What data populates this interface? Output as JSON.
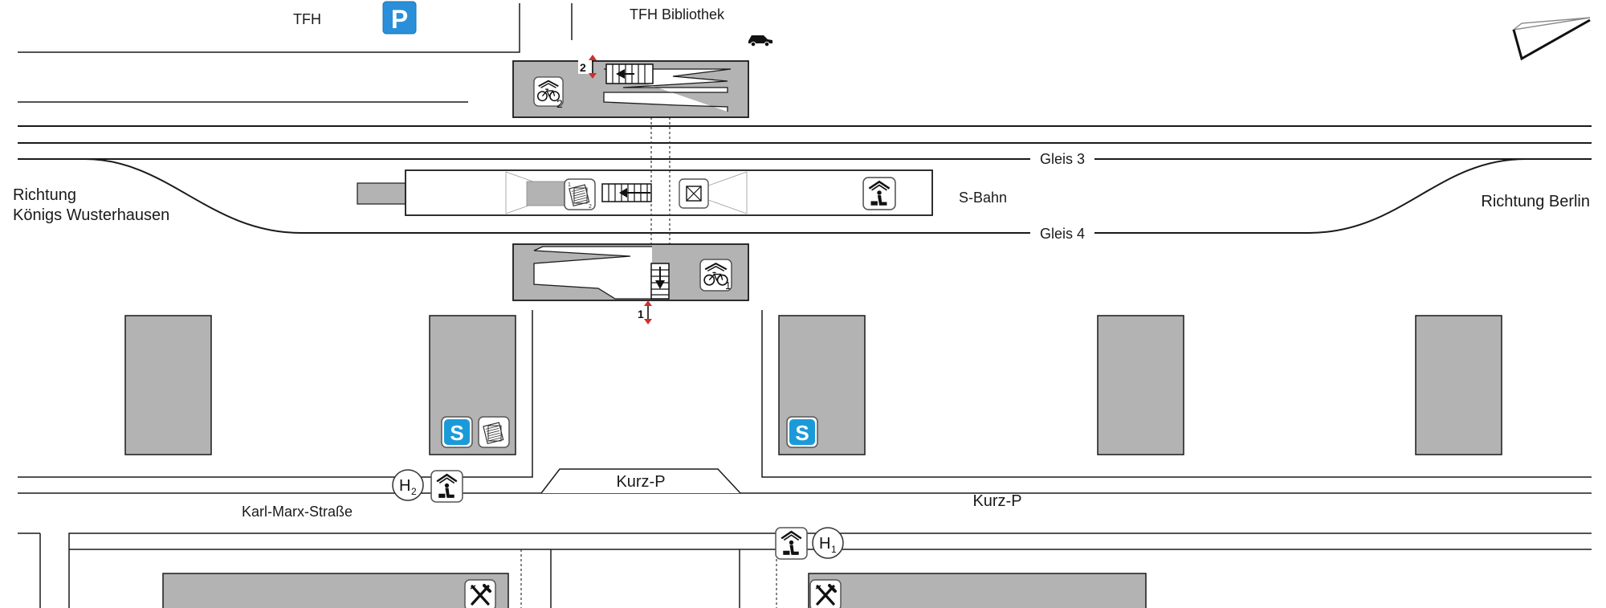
{
  "labels": {
    "tfh": "TFH",
    "tfh_library": "TFH Bibliothek",
    "direction_left_line1": "Richtung",
    "direction_left_line2": "Königs Wusterhausen",
    "direction_right": "Richtung Berlin",
    "track_3": "Gleis 3",
    "track_4": "Gleis 4",
    "sbahn": "S-Bahn",
    "kurz_p_bay": "Kurz-P",
    "kurz_p_street": "Kurz-P",
    "street": "Karl-Marx-Straße",
    "access_north_num": "2",
    "access_south_num": "1",
    "bike_north_num": "2",
    "bike_south_num": "1",
    "ticket_small_1": "1",
    "ticket_small_2": "2",
    "bus_stop_1": "H",
    "bus_stop_1_sub": "1",
    "bus_stop_2": "H",
    "bus_stop_2_sub": "2",
    "parking_letter": "P",
    "sbahn_letter": "S"
  },
  "colors": {
    "building_gray": "#b3b3b3",
    "line_black": "#1a1a1a",
    "parking_blue": "#2a8fd8",
    "sbahn_blue": "#1a9ad9",
    "access_red": "#d42b2b"
  },
  "icons": [
    "parking-icon",
    "car-icon",
    "north-arrow-icon",
    "bicycle-shelter-icon",
    "ticket-machine-icon",
    "stairs-icon",
    "elevator-icon",
    "waiting-shelter-icon",
    "sbahn-icon",
    "restaurant-icon",
    "bus-stop-icon",
    "step-free-access-icon"
  ]
}
